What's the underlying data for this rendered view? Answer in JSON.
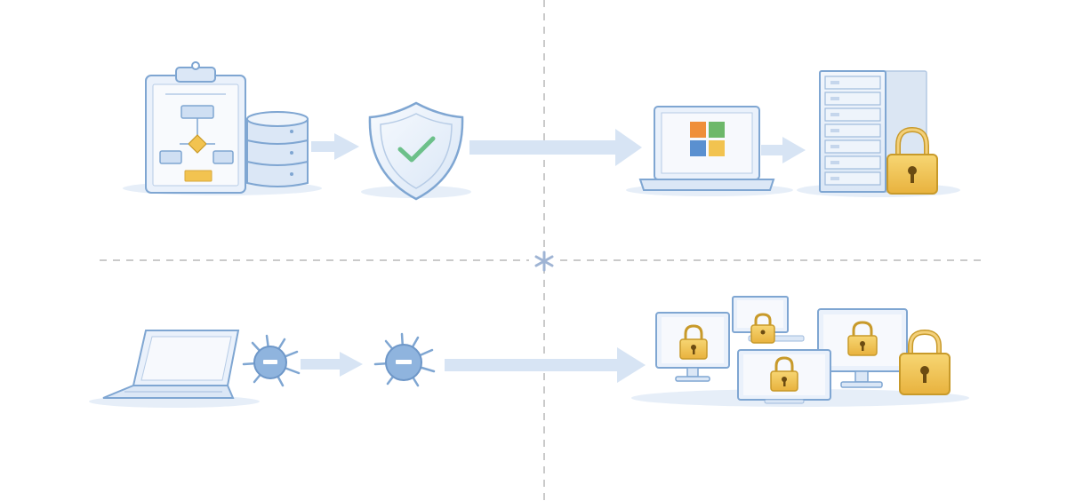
{
  "diagram": {
    "quadrants": [
      {
        "id": "top-left",
        "flow": [
          "clipboard-flowchart-icon",
          "database-icon",
          "arrow-right-icon",
          "shield-check-icon"
        ]
      },
      {
        "id": "top-right",
        "flow": [
          "laptop-windows-icon",
          "arrow-right-icon",
          "server-rack-icon",
          "padlock-icon"
        ]
      },
      {
        "id": "bottom-left",
        "flow": [
          "laptop-icon",
          "virus-icon",
          "arrow-right-icon",
          "virus-icon"
        ]
      },
      {
        "id": "bottom-right",
        "flow": [
          "locked-monitors-group-icon",
          "padlock-icon"
        ]
      }
    ],
    "center_mark": "asterisk-icon",
    "dividers": [
      "vertical-dashed-line",
      "horizontal-dashed-line"
    ]
  },
  "colors": {
    "outline": "#7fa6d2",
    "panel_fill": "#eaf1fb",
    "screen_fill": "#f5f8fd",
    "arrow": "#d7e4f4",
    "shadow": "#e6eef8",
    "lock_gold": "#f0c050",
    "lock_gold_dark": "#c89a2a",
    "check_green": "#6cc08a",
    "virus_blue": "#8fb4de",
    "divider": "#b9b9b9",
    "win_orange": "#ef8f3a",
    "win_green": "#6db86a",
    "win_blue": "#5a90d0",
    "win_yellow": "#f2c350"
  }
}
